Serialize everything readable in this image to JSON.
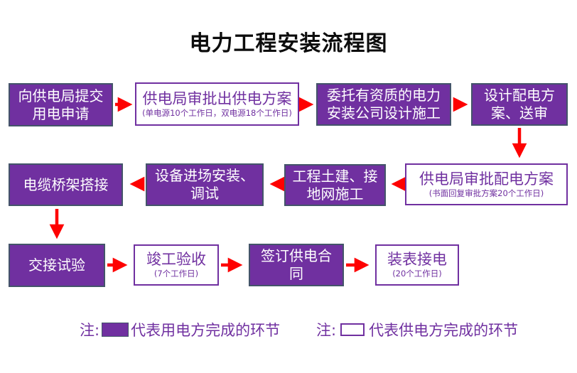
{
  "title": "电力工程安装流程图",
  "colors": {
    "node_fill_purple": "#7030A0",
    "node_border_purple_box": "#44546A",
    "node_border_white_box": "#7030A0",
    "arrow_red": "#FE0101",
    "text_white": "#FFFFFF",
    "text_purple": "#7030A0",
    "title_black": "#0C0C0C"
  },
  "nodes": [
    {
      "id": "apply",
      "style": "purple",
      "line1": "向供电局提交",
      "line2": "用电申请"
    },
    {
      "id": "supply-plan",
      "style": "white",
      "line1": "供电局审批出供电方案",
      "sub": "(单电源10个工作日，双电源18个工作日)"
    },
    {
      "id": "entrust",
      "style": "purple",
      "line1": "委托有资质的电力",
      "line2": "安装公司设计施工"
    },
    {
      "id": "design",
      "style": "purple",
      "line1": "设计配电方",
      "line2": "案、送审"
    },
    {
      "id": "dist-plan",
      "style": "white",
      "line1": "供电局审批配电方案",
      "sub": "(书面回复审批方案20个工作日)"
    },
    {
      "id": "civil",
      "style": "purple",
      "line1": "工程土建、接",
      "line2": "地网施工"
    },
    {
      "id": "install",
      "style": "purple",
      "line1": "设备进场安装、",
      "line2": "调试"
    },
    {
      "id": "bridge",
      "style": "purple",
      "line1": "电缆桥架搭接"
    },
    {
      "id": "test",
      "style": "purple",
      "line1": "交接试验"
    },
    {
      "id": "completion",
      "style": "white",
      "line1": "竣工验收",
      "sub": "(7个工作日)"
    },
    {
      "id": "contract",
      "style": "purple",
      "line1": "签订供电合",
      "line2": "同"
    },
    {
      "id": "meter",
      "style": "white",
      "line1": "装表接电",
      "sub": "(20个工作日)"
    }
  ],
  "legend": {
    "items": [
      {
        "prefix": "注:",
        "swatch": "purple",
        "label": "代表用电方完成的环节"
      },
      {
        "prefix": "注:",
        "swatch": "white",
        "label": "代表供电方完成的环节"
      }
    ]
  }
}
